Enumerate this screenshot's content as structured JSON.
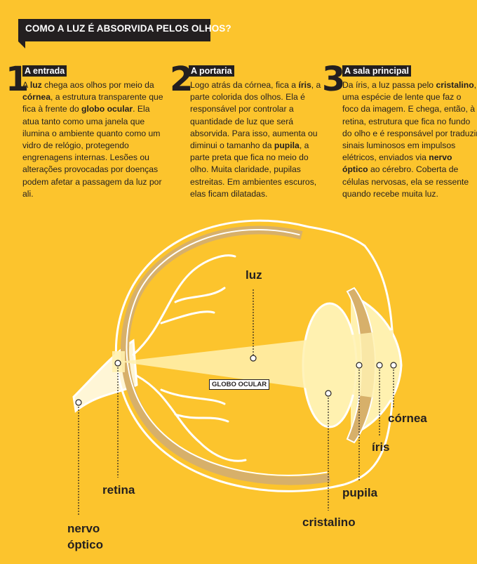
{
  "header": {
    "title": "COMO A LUZ É ABSORVIDA PELOS OLHOS?"
  },
  "sections": [
    {
      "number": "1",
      "title": "A entrada",
      "body_parts": [
        {
          "t": "A "
        },
        {
          "t": "luz",
          "b": true
        },
        {
          "t": " chega aos olhos por meio da "
        },
        {
          "t": "córnea",
          "b": true
        },
        {
          "t": ", a estrutura transparente que fica à frente do "
        },
        {
          "t": "globo ocular",
          "b": true
        },
        {
          "t": ". Ela atua tanto como uma janela que ilumina o ambiente quanto como um vidro de relógio, protegendo engrenagens internas. Lesões ou alterações provocadas por doenças podem afetar a passagem da luz por ali."
        }
      ]
    },
    {
      "number": "2",
      "title": "A portaria",
      "body_parts": [
        {
          "t": "Logo atrás da córnea, fica a "
        },
        {
          "t": "íris",
          "b": true
        },
        {
          "t": ", a parte colorida dos olhos. Ela é responsável por controlar a quantidade de luz que será absorvida. Para isso, aumenta ou diminui o tamanho da "
        },
        {
          "t": "pupila",
          "b": true
        },
        {
          "t": ", a parte preta que fica no meio do olho. Muita claridade, pupilas estreitas. Em ambientes escuros, elas ficam dilatadas."
        }
      ]
    },
    {
      "number": "3",
      "title": "A sala principal",
      "body_parts": [
        {
          "t": "Da íris, a luz passa pelo "
        },
        {
          "t": "cristalino",
          "b": true
        },
        {
          "t": ", uma espécie de lente que faz o foco da imagem. E chega, então, à retina, estrutura que fica no fundo do olho e é responsável por traduzir sinais luminosos em impulsos elétricos, enviados via "
        },
        {
          "t": "nervo óptico",
          "b": true
        },
        {
          "t": " ao cérebro. Coberta de células nervosas, ela se ressente quando recebe muita luz."
        }
      ]
    }
  ],
  "diagram": {
    "tag": "GLOBO OCULAR",
    "labels": {
      "luz": "luz",
      "retina": "retina",
      "nervo_line1": "nervo",
      "nervo_line2": "óptico",
      "cristalino": "cristalino",
      "pupila": "pupila",
      "iris": "íris",
      "cornea": "córnea"
    }
  },
  "colors": {
    "background": "#FCC42D",
    "dark": "#231F20",
    "tan": "#D7B06A",
    "light": "#FFF1B0"
  }
}
